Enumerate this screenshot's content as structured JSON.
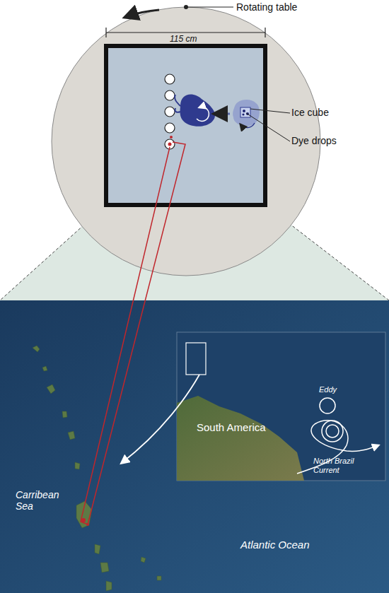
{
  "diagram": {
    "labels": [
      "Rotating table",
      "115 cm",
      "Ice cube",
      "Dye drops",
      "Eddy",
      "South America",
      "North Brazil Current",
      "Carribean Sea",
      "Atlantic Ocean"
    ]
  }
}
